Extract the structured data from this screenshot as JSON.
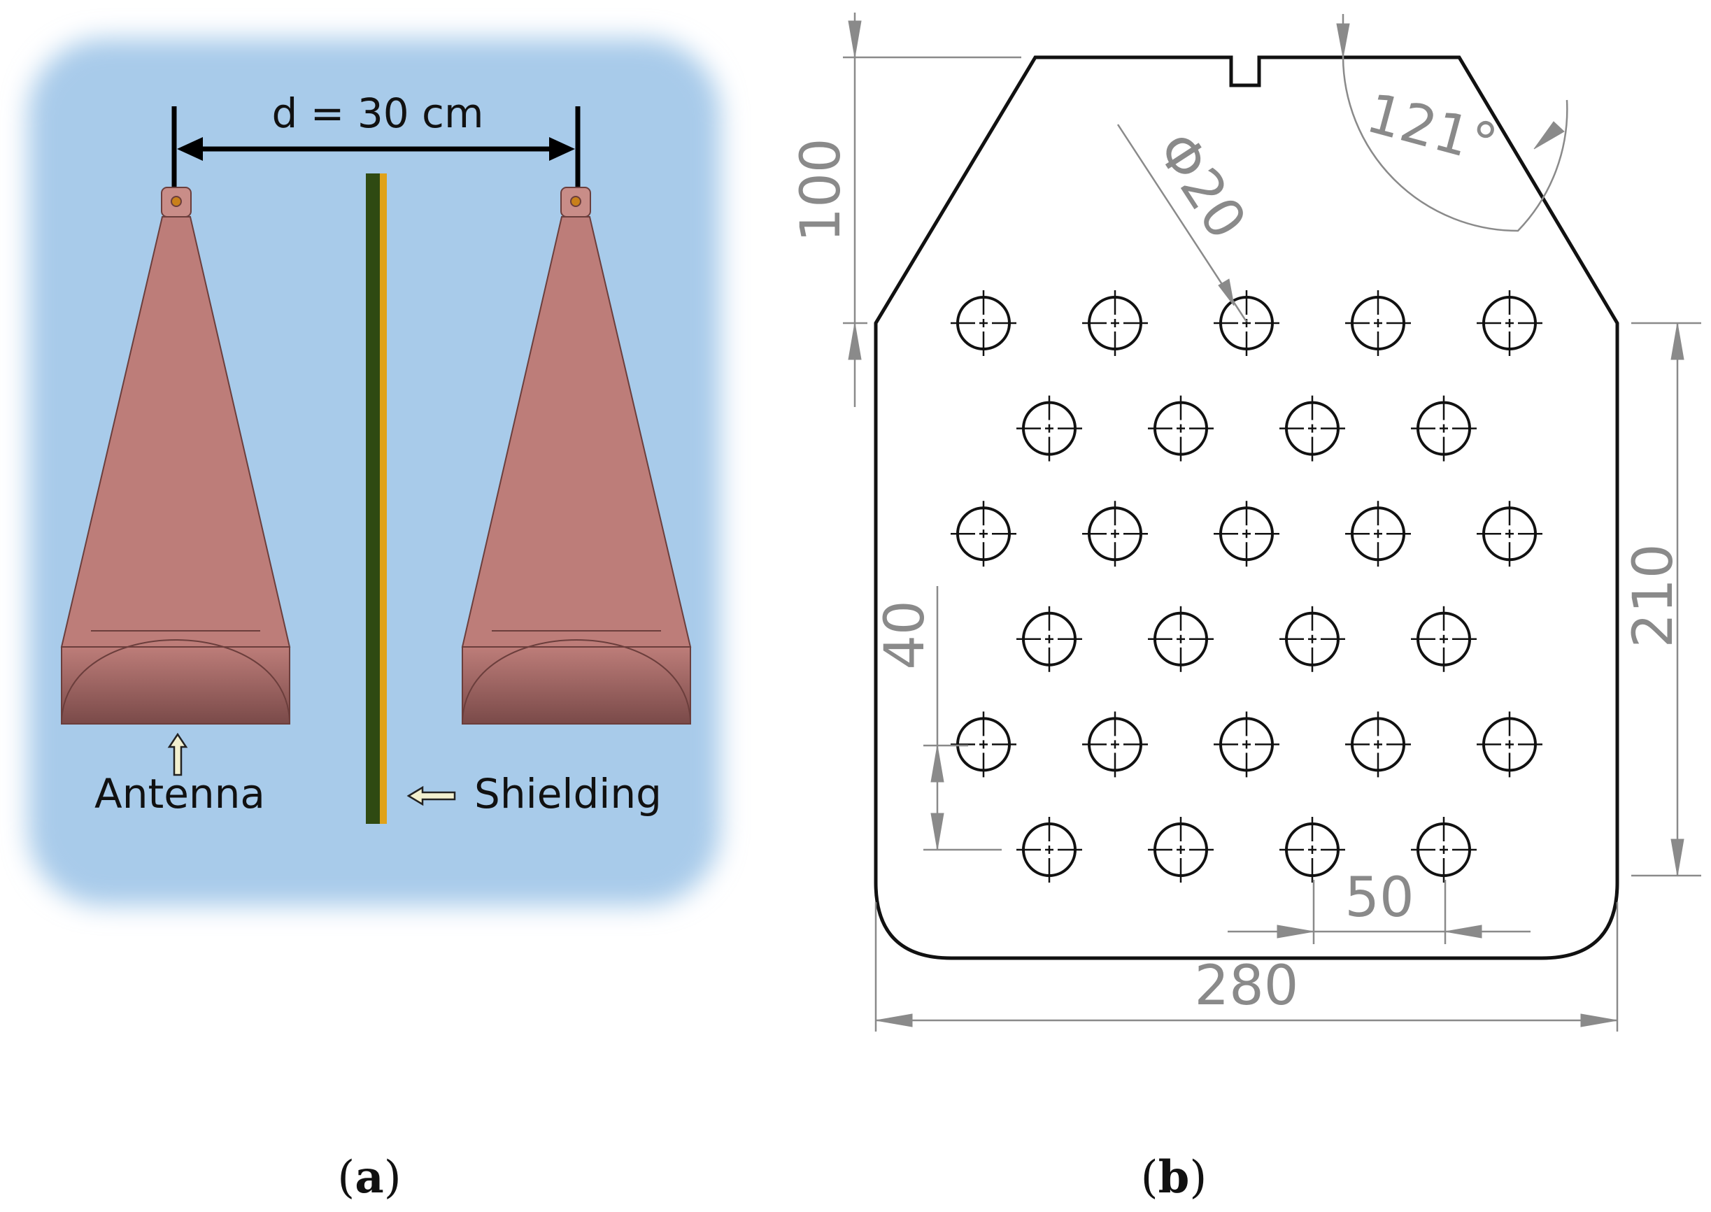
{
  "panel_a": {
    "distance_label": "d = 30 cm",
    "antenna_label": "Antenna",
    "shielding_label": "Shielding",
    "caption_letter": "a",
    "colors": {
      "background": "#a8cbea",
      "antenna": "#bd7d79",
      "antenna_dark": "#7a4a49",
      "shield_green": "#2f4a12",
      "shield_orange": "#e0a21a",
      "feed": "#c8801a"
    }
  },
  "panel_b": {
    "dim_top_height": "100",
    "dim_hole_diameter": "Φ20",
    "dim_angle": "121°",
    "dim_side_height": "210",
    "dim_row_spacing": "40",
    "dim_col_spacing": "50",
    "dim_width": "280",
    "caption_letter": "b",
    "hole_rows": [
      [
        1,
        2,
        3,
        4,
        5
      ],
      [
        1,
        2,
        3,
        4
      ],
      [
        1,
        2,
        3,
        4,
        5
      ],
      [
        1,
        2,
        3,
        4
      ],
      [
        1,
        2,
        3,
        4,
        5
      ],
      [
        1,
        2,
        3,
        4
      ]
    ],
    "colors": {
      "outline": "#111111",
      "dimension": "#8a8a8a"
    }
  }
}
